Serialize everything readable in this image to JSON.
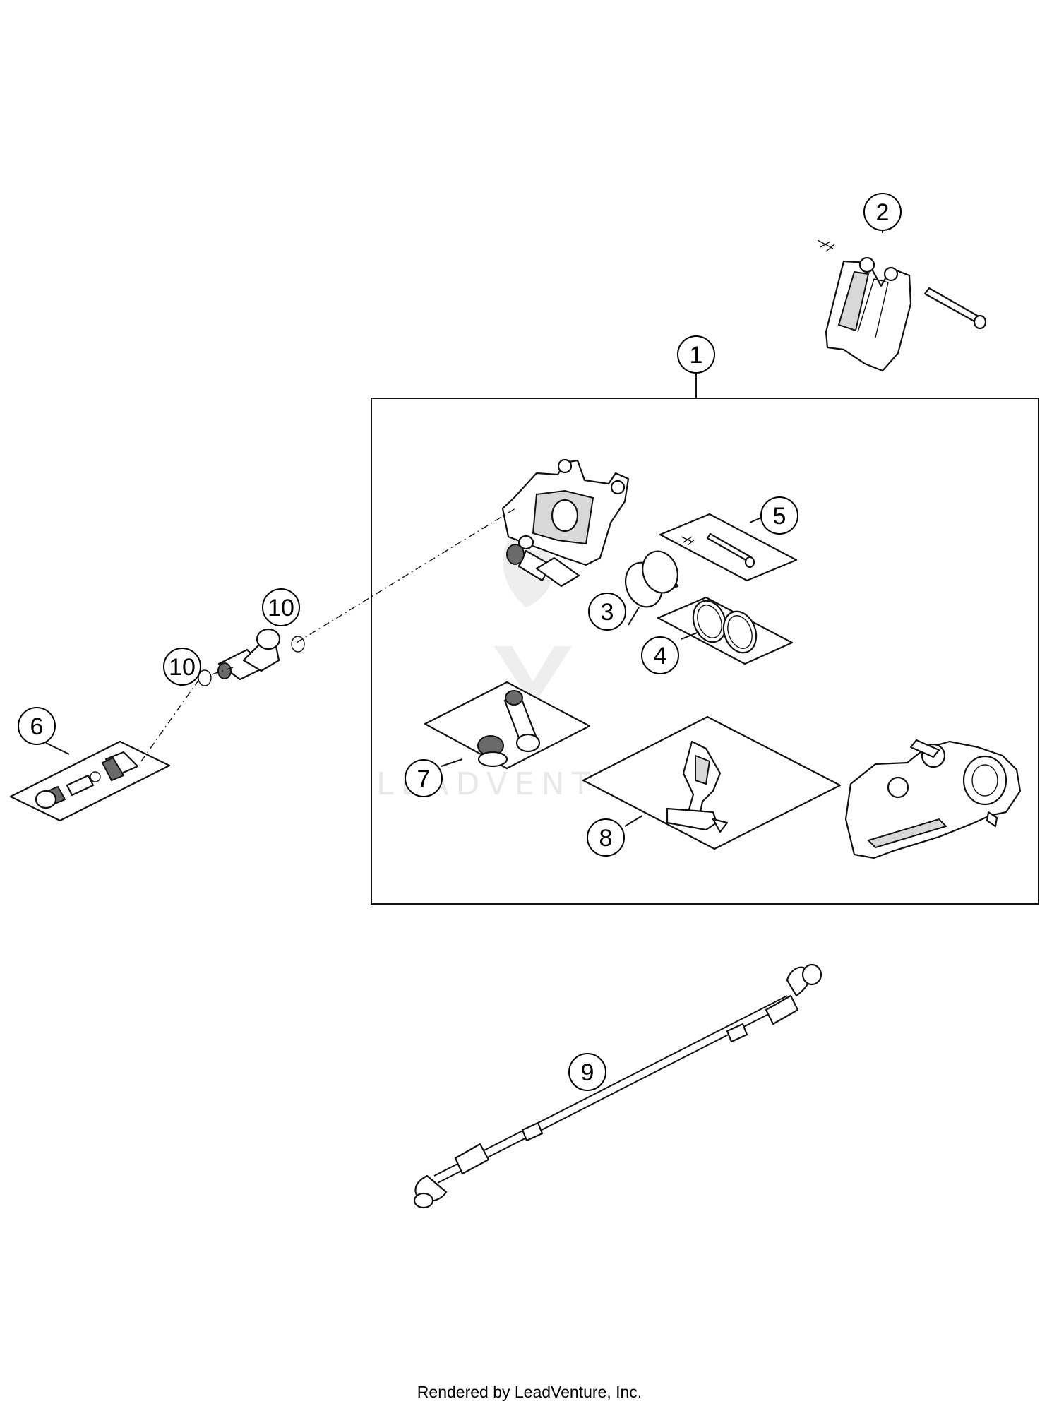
{
  "callouts": [
    {
      "label": "1"
    },
    {
      "label": "2"
    },
    {
      "label": "3"
    },
    {
      "label": "4"
    },
    {
      "label": "5"
    },
    {
      "label": "6"
    },
    {
      "label": "7"
    },
    {
      "label": "8"
    },
    {
      "label": "9"
    },
    {
      "label": "10"
    },
    {
      "label": "10"
    }
  ],
  "watermark": {
    "text": "LEADVENTURE"
  },
  "footer": {
    "text": "Rendered by LeadVenture, Inc."
  }
}
